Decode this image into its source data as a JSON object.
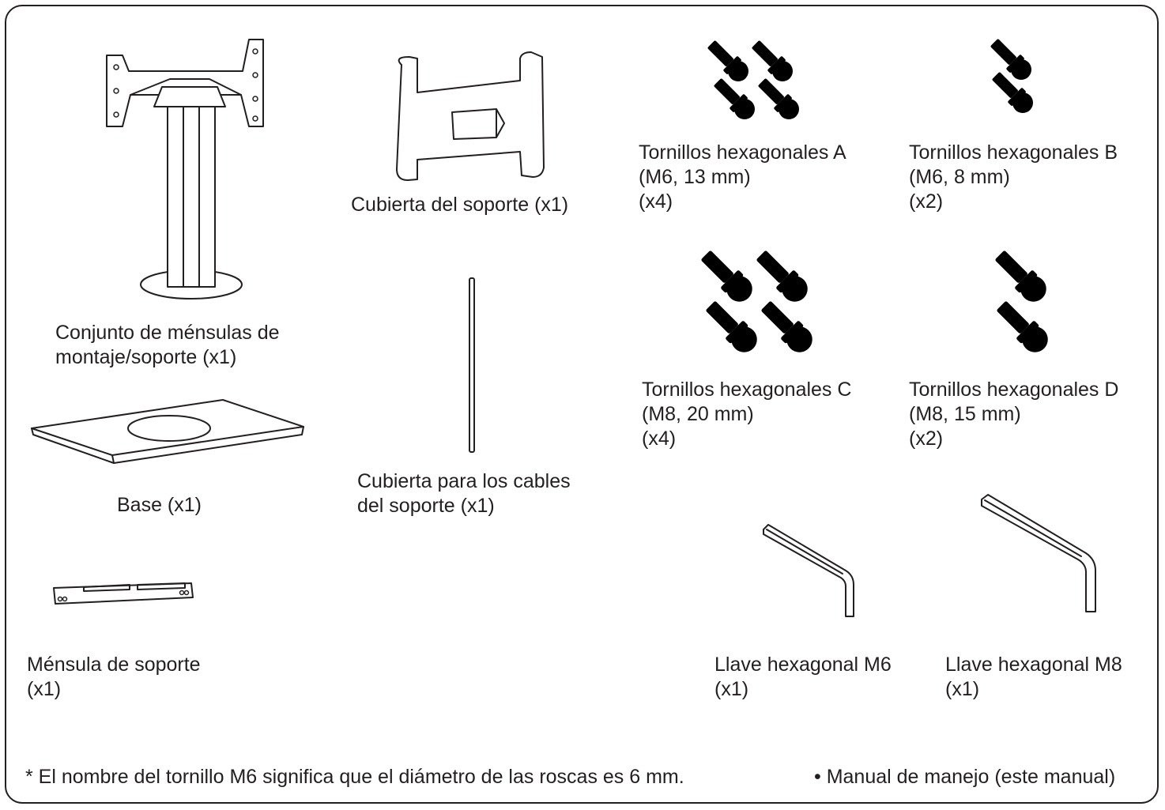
{
  "parts": {
    "bracket_assembly": [
      "Conjunto de ménsulas de",
      "montaje/soporte (x1)"
    ],
    "stand_cover": [
      "Cubierta del soporte (x1)"
    ],
    "base": [
      "Base (x1)"
    ],
    "cable_cover": [
      "Cubierta para los cables",
      "del soporte (x1)"
    ],
    "support_bracket": [
      "Ménsula de soporte",
      "(x1)"
    ],
    "screws_a": [
      "Tornillos hexagonales A",
      "(M6, 13 mm)",
      "(x4)"
    ],
    "screws_b": [
      "Tornillos hexagonales B",
      "(M6, 8 mm)",
      "(x2)"
    ],
    "screws_c": [
      "Tornillos hexagonales C",
      "(M8, 20 mm)",
      "(x4)"
    ],
    "screws_d": [
      "Tornillos hexagonales D",
      "(M8, 15 mm)",
      "(x2)"
    ],
    "wrench_m6": [
      "Llave hexagonal M6",
      "(x1)"
    ],
    "wrench_m8": [
      "Llave hexagonal M8",
      "(x1)"
    ]
  },
  "footer": {
    "note": "* El nombre del tornillo M6 significa que el diámetro de las roscas es 6 mm.",
    "manual": "• Manual de manejo (este manual)"
  }
}
